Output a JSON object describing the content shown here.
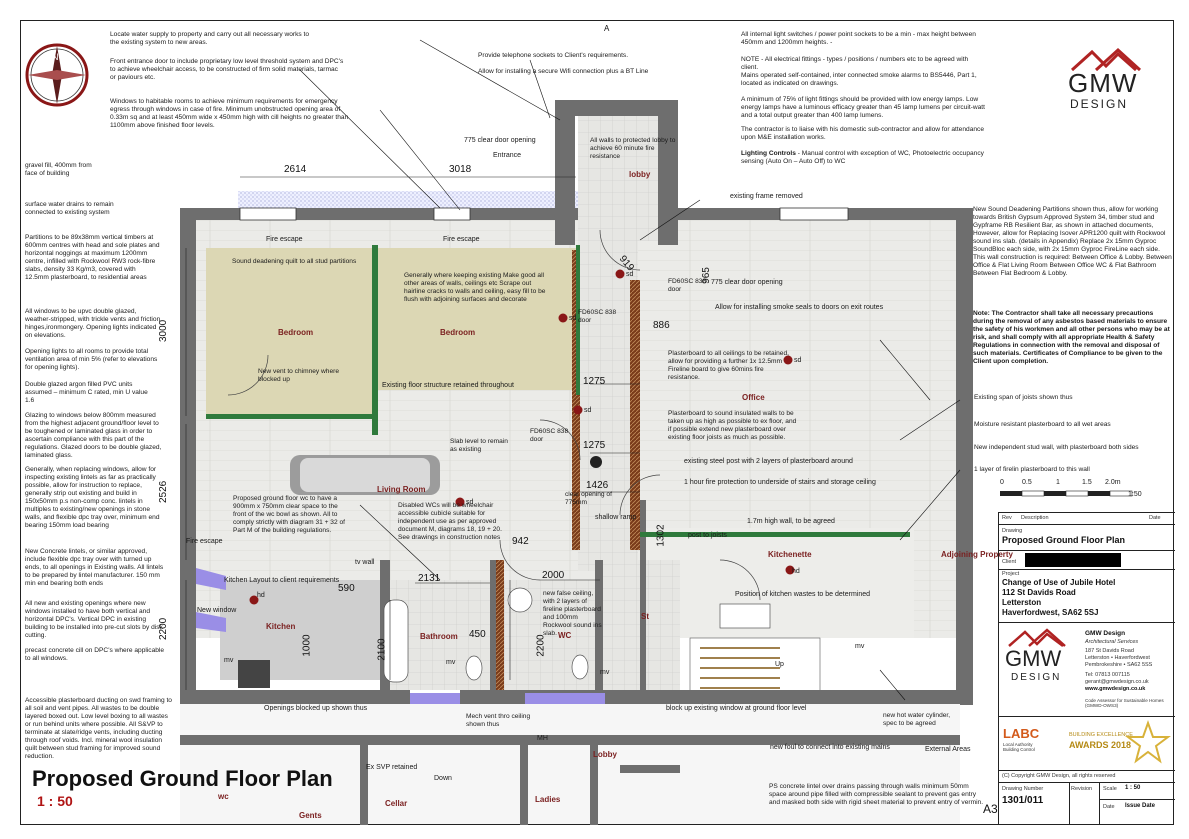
{
  "drawing": {
    "title": "Proposed Ground Floor Plan",
    "scale": "1 : 50",
    "north_marker": "A"
  },
  "notes_left": [
    "Locate water supply to property and carry out all necessary works to the existing system to new areas.",
    "Front entrance door to include proprietary low level threshold system and DPC's to achieve wheelchair access, to be constructed of firm solid materials, tarmac or paviours etc.",
    "Windows to habitable rooms to achieve minimum requirements for emergency egress through windows in case of fire. Minimum unobstructed opening area of 0.33m sq and at least 450mm wide x 450mm high with cill heights no greater than 1100mm above finished floor levels.",
    "gravel fill, 400mm from face of building",
    "surface water drains to remain connected to existing system",
    "Partitions to be 89x38mm vertical timbers at 600mm centres with head and sole plates and horizontal noggings at maximum 1200mm centre, infilled with Rockwool RW3 rock-fibre slabs, density 33 Kg/m3, covered with 12.5mm plasterboard, to residential areas",
    "All windows to be upvc double glazed, weather-stripped, with trickle vents and friction hinges,ironmongery.  Opening lights indicated on elevations.",
    "Opening lights to all rooms to provide total ventilation area of min 5% (refer to elevations for opening lights).",
    "Double glazed argon filled PVC units assumed – minimum C rated, min U value 1.6",
    "Glazing to windows below 800mm measured from the highest adjacent ground/floor level to be toughened or laminated glass in order to ascertain compliance with this part of the regulations. Glazed doors to be double glazed, laminated glass.",
    "Generally, when replacing windows, allow for inspecting existing lintels as far as practically possible, allow for instruction to replace, generally strip out existing and build in 150x50mm p.s non-comp conc. lintels in multiples to existing/new openings in stone walls, and flexible dpc tray over, minimum end bearing 150mm load bearing",
    "New Concrete lintels, or similar approved, include flexible dpc tray over with turned up ends, to all openings in Existing walls.  All lintels to be prepared by lintel manufacturer.  150 mm min end bearing both ends",
    "All new and existing openings where new windows installed to have both vertical and horizontal DPC's. Vertical DPC in existing building to be installed into pre-cut slots by disk cutting.",
    "precast concrete cill  on DPC's where applicable to all windows.",
    "Accessible plasterboard ducting on swd framing to all soil and vent pipes. All wastes to be double layered boxed out. Low level boxing to all wastes or run behind units where possible.  All S&VP to terminate at slate/ridge vents, including ducting through roof voids. Incl. mineral wool insulation quilt between stud framing for improved sound reduction."
  ],
  "notes_top_center": [
    "Provide telephone sockets to Client's requirements.",
    "Allow for installing a secure Wifi connection plus a BT Line"
  ],
  "notes_right": [
    "All internal light switches / power point sockets to be a min - max height between 450mm and 1200mm heights. -",
    "NOTE - All electrical fittings - types / positions / numbers etc to be agreed with client.",
    "Mains operated self-contained, inter connected smoke alarms to BS5446, Part 1, located as indicated on drawings.",
    "A minimum of 75% of light fittings should be provided with low energy lamps. Low energy lamps have a luminous efficacy greater than 45 lamp lumens per circuit-watt and a total output greater than 400 lamp lumens.",
    "The contractor is to liaise with his domestic sub-contractor and allow for attendance upon M&E installation works."
  ],
  "lighting_controls": {
    "heading": "Lighting Controls",
    "text": " - Manual control with exception of WC, Photoelectric occupancy sensing (Auto On – Auto Off) to WC"
  },
  "note_partitions": "New Sound Deadening Partitions shown thus, allow for working towards British Gypsum Approved System 34, timber stud and Gypframe RB Resilient Bar, as shown in attached documents, However, allow for Replacing Isover APR1200 quilt with Rockwool sound ins slab. (details in Appendix) Replace 2x 15mm Gyproc SoundBloc each side, with 2x 15mm Gyproc FireLine each side. This wall construction is required: Between Office & Lobby. Between Office & Flat Living Room Between Office WC & Flat Bathroom Between Flat Bedroom & Lobby.",
  "note_asbestos": "Note: The Contractor shall take all necessary precautions during the removal of any asbestos based materials to ensure the safety of his workmen and all other persons who may be at risk, and shall comply with all appropriate Health & Safety Regulations in connection with the removal and disposal of such materials. Certificates of Compliance to be given to the Client upon completion.",
  "legend_right": [
    "Existing span of joists shown thus",
    "Moisture resistant plasterboard to all wet areas",
    "New independent stud wall, with plasterboard both sides",
    "1 layer of firelin plasterboard to this wall"
  ],
  "scale_bar": {
    "ticks": [
      "0",
      "0.5",
      "1",
      "1.5",
      "2.0m"
    ],
    "ratio": "1:50"
  },
  "rooms": {
    "bedroom1": "Bedroom",
    "bedroom2": "Bedroom",
    "living": "Living Room",
    "kitchen": "Kitchen",
    "bathroom": "Bathroom",
    "wc": "WC",
    "office": "Office",
    "lobby_top": "lobby",
    "kitchenette": "Kitchenette",
    "st": "St",
    "adjoining": "Adjoining Property",
    "lobby_bottom": "Lobby",
    "cellar": "Cellar",
    "ladies": "Ladies",
    "gents": "Gents",
    "wc_bottom": "wc"
  },
  "dimensions": {
    "d2614": "2614",
    "d3018": "3018",
    "d3000": "3000",
    "d2526": "2526",
    "d2200l": "2200",
    "d919": "919",
    "d965": "965",
    "d886": "886",
    "d1275a": "1275",
    "d1275b": "1275",
    "d1426": "1426",
    "d1302": "1302",
    "d942": "942",
    "d2131": "2131",
    "d590": "590",
    "d1000": "1000",
    "d2100": "2100",
    "d450": "450",
    "d2000": "2000",
    "d2200c": "2200"
  },
  "labels": {
    "door_775": "775 clear door opening",
    "entrance": "Entrance",
    "walls_protected": "All walls to protected lobby to achieve 60 minute fire resistance",
    "existing_frame": "existing frame removed",
    "fire_escape1": "Fire escape",
    "fire_escape2": "Fire escape",
    "fire_escape3": "Fire escape",
    "sound_quilt": "Sound deadening quilt to all stud partitions",
    "make_good": "Generally where keeping existing Make good all other areas of walls, ceilings etc Scrape out hairline cracks to walls and ceiling, easy fill to be flush with adjoining surfaces and decorate",
    "fd60_1": "FD60SC 838 door",
    "fd60_2": "FD60SC 838 door",
    "fd60_3": "FD60SC 838 door",
    "door_775b": "775 clear door opening",
    "smoke_seals": "Allow for installing smoke seals to doors on exit routes",
    "new_vent": "New vent to chimney where blocked up",
    "floor_retained": "Existing floor structure retained throughout",
    "plasterboard_ceiling": "Plasterboard to all ceilings to be retained, allow for providing a further 1x 12.5mm Fireline board to give 60mins fire resistance.",
    "slab_level": "Slab level to remain as existing",
    "plasterboard_walls": "Plasterboard to sound insulated walls to be taken up as high as possible to ex floor, and if possible extend new plasterboard over existing floor joists as much as possible.",
    "steel_post": "existing steel post with 2 layers of plasterboard around",
    "fire_stairs": "1 hour fire protection to underside of stairs and storage ceiling",
    "wc_note": "Proposed ground floor wc to have a 900mm x 750mm clear space to the front of the wc bowl as shown. All to comply strictly with diagram 31 + 32 of Part M of the building regulations.",
    "disabled_wc": "Disabled WCs will be wheelchair accessible cubicle suitable for independent use as per approved document M, diagrams 18, 19 + 20. See drawings in construction notes",
    "clear_775": "clear opening of 775mm",
    "shallow_ramp": "shallow ramp",
    "wall_17": "1.7m high wall, to be agreed",
    "post_joists": "post to joists",
    "kitchen_layout": "Kitchen Layout to client requirements",
    "tv_wall": "tv wall",
    "new_window": "New window",
    "false_ceiling": "new false ceiling, with 2 layers of fireline plasterboard and 100mm Rockwool sound ins slab.",
    "kitchen_wastes": "Position of kitchen wastes to be determined",
    "up": "Up",
    "openings_blocked": "Openings blocked up shown thus",
    "mech_vent": "Mech vent thro ceiling shown thus",
    "block_up": "block up existing window at ground floor level",
    "hot_water": "new hot water cylinder, spec to be agreed",
    "new_foul": "new foul to connect into existing mains",
    "external_areas": "External Areas",
    "svp": "Ex SVP retained",
    "down": "Down",
    "ps_note": "PS concrete lintel over drains passing through walls minimum 50mm space around pipe filled with compressible sealant to prevent gas entry and masked both side with rigid sheet material to prevent entry of vermin.",
    "sd": "sd",
    "hd": "hd",
    "mv": "mv",
    "mh": "MH"
  },
  "title_block": {
    "rev": "Rev",
    "description": "Description",
    "date": "Date",
    "drawing_caption": "Drawing",
    "drawing_name": "Proposed Ground Floor Plan",
    "client_caption": "Client",
    "project_caption": "Project",
    "project": [
      "Change of Use of Jubile Hotel",
      "112 St Davids Road",
      "Letterston",
      "Haverfordwest, SA62 5SJ"
    ],
    "firm": "GMW Design",
    "firm_sub": "Architectural Services",
    "address": [
      "187 St Davids Road",
      "Letterston • Haverfordwest",
      "Pembrokeshire • SA62 5SS"
    ],
    "tel": "Tel: 07813 007115",
    "email": "gerant@gmwdesign.co.uk",
    "web": "www.gmwdesign.co.uk",
    "code_assessor": "Code Assessor for Sustainable Homes (GMWD-OWS3)",
    "labc": "LABC",
    "labc_sub": "Local Authority Building Control",
    "award_1": "BUILDING EXCELLENCE",
    "award_2": "AWARDS 2018",
    "copyright": "(C) Copyright GMW Design, all rights reserved",
    "drawing_number_caption": "Drawing Number",
    "drawing_number": "1301/011",
    "revision_caption": "Revision",
    "scale_caption": "Scale",
    "scale": "1 : 50",
    "date_caption": "Date",
    "issue_date": "Issue Date",
    "sheet": "A3"
  },
  "logo": {
    "gmw": "GMW",
    "design": "DESIGN"
  },
  "colors": {
    "wall": "#6e6e6e",
    "wall_dark": "#5a5a5a",
    "bedroom_fill": "#dcd7b4",
    "floor_fill": "#ededea",
    "tile_fill": "#e4e4e4",
    "partition": "#2f7a3c",
    "fire_wall": "#7a3b1a",
    "blocked": "#9a8ee6",
    "room_text": "#7a1f1f",
    "logo_red": "#b02323"
  }
}
